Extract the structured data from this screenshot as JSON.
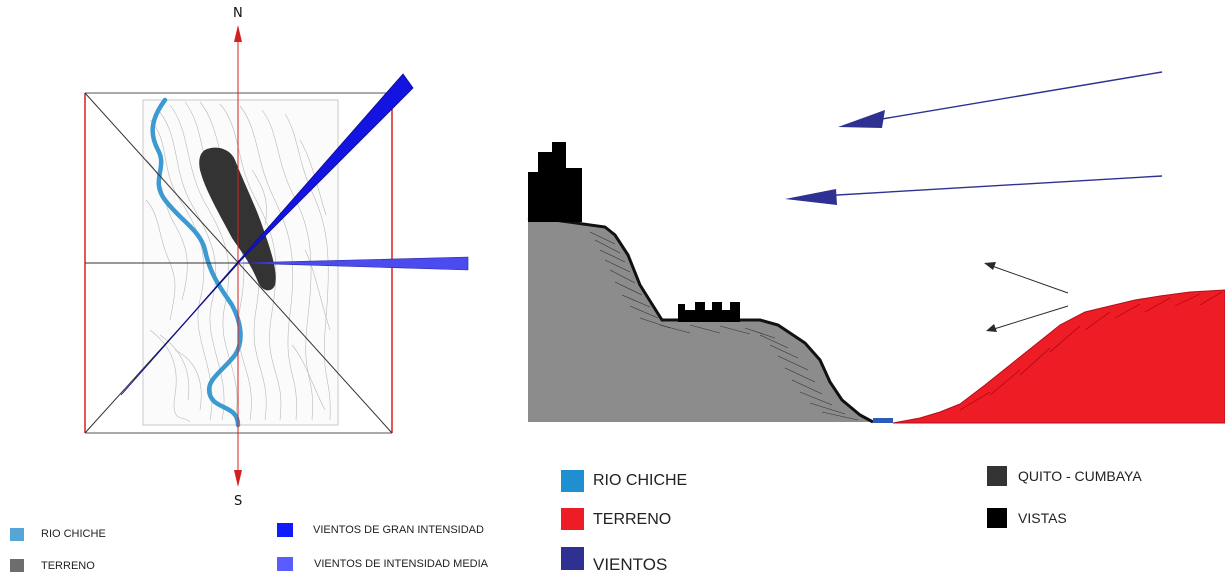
{
  "compass": {
    "north": "N",
    "south": "S"
  },
  "legend_left": [
    {
      "key": "rio",
      "label": "RIO CHICHE",
      "color": "#56a5d6"
    },
    {
      "key": "terreno",
      "label": "TERRENO",
      "color": "#6d6d6d"
    },
    {
      "key": "vientos_gran",
      "label": "VIENTOS DE GRAN INTENSIDAD",
      "color": "#0f1cff"
    },
    {
      "key": "vientos_media",
      "label": "VIENTOS DE  INTENSIDAD MEDIA",
      "color": "#5a5cff"
    }
  ],
  "legend_right": [
    {
      "key": "rio",
      "label": "RIO CHICHE",
      "color": "#1f8fd1"
    },
    {
      "key": "terreno",
      "label": "TERRENO",
      "color": "#ee1c25"
    },
    {
      "key": "vientos",
      "label": "VIENTOS",
      "color": "#2e3192"
    },
    {
      "key": "quito",
      "label": "QUITO - CUMBAYA",
      "color": "#333333"
    },
    {
      "key": "vistas",
      "label": "VISTAS",
      "color": "#000000"
    }
  ],
  "colors": {
    "plan_frame": "#d62020",
    "wind_strong": "#1414e0",
    "wind_medium": "#4b4bf0",
    "river": "#3d9ad1",
    "terrain_grey": "#8a8a8a",
    "terrain_red": "#ee1c25",
    "wind_arrow": "#2e3192"
  }
}
